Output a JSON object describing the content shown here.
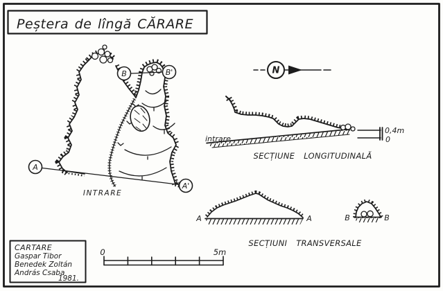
{
  "page": {
    "title": "Peștera de lîngă CĂRARE"
  },
  "plan": {
    "entrance_label": "INTRARE",
    "marker_a": "A",
    "marker_a_prime": "A'",
    "marker_b": "B",
    "marker_b_prime": "B'"
  },
  "north_arrow": {
    "label": "N"
  },
  "longitudinal_section": {
    "title": "SECȚIUNE LONGITUDINALĂ",
    "entrance_label": "intrare",
    "elev_scale_top": "0,4m",
    "elev_scale_bottom": "0"
  },
  "cross_sections": {
    "title": "SECȚIUNI TRANSVERSALE",
    "a_left": "A",
    "a_right": "A",
    "b_left": "B",
    "b_right": "B"
  },
  "credits": {
    "heading": "CARTARE",
    "line1": "Gaspar Tibor",
    "line2": "Benedek Zoltán",
    "line3": "András Csaba",
    "year": "1981."
  },
  "scale_bar": {
    "min": "0",
    "max": "5m"
  },
  "colors": {
    "ink": "#1c1c1c",
    "paper": "#fdfdfb"
  }
}
